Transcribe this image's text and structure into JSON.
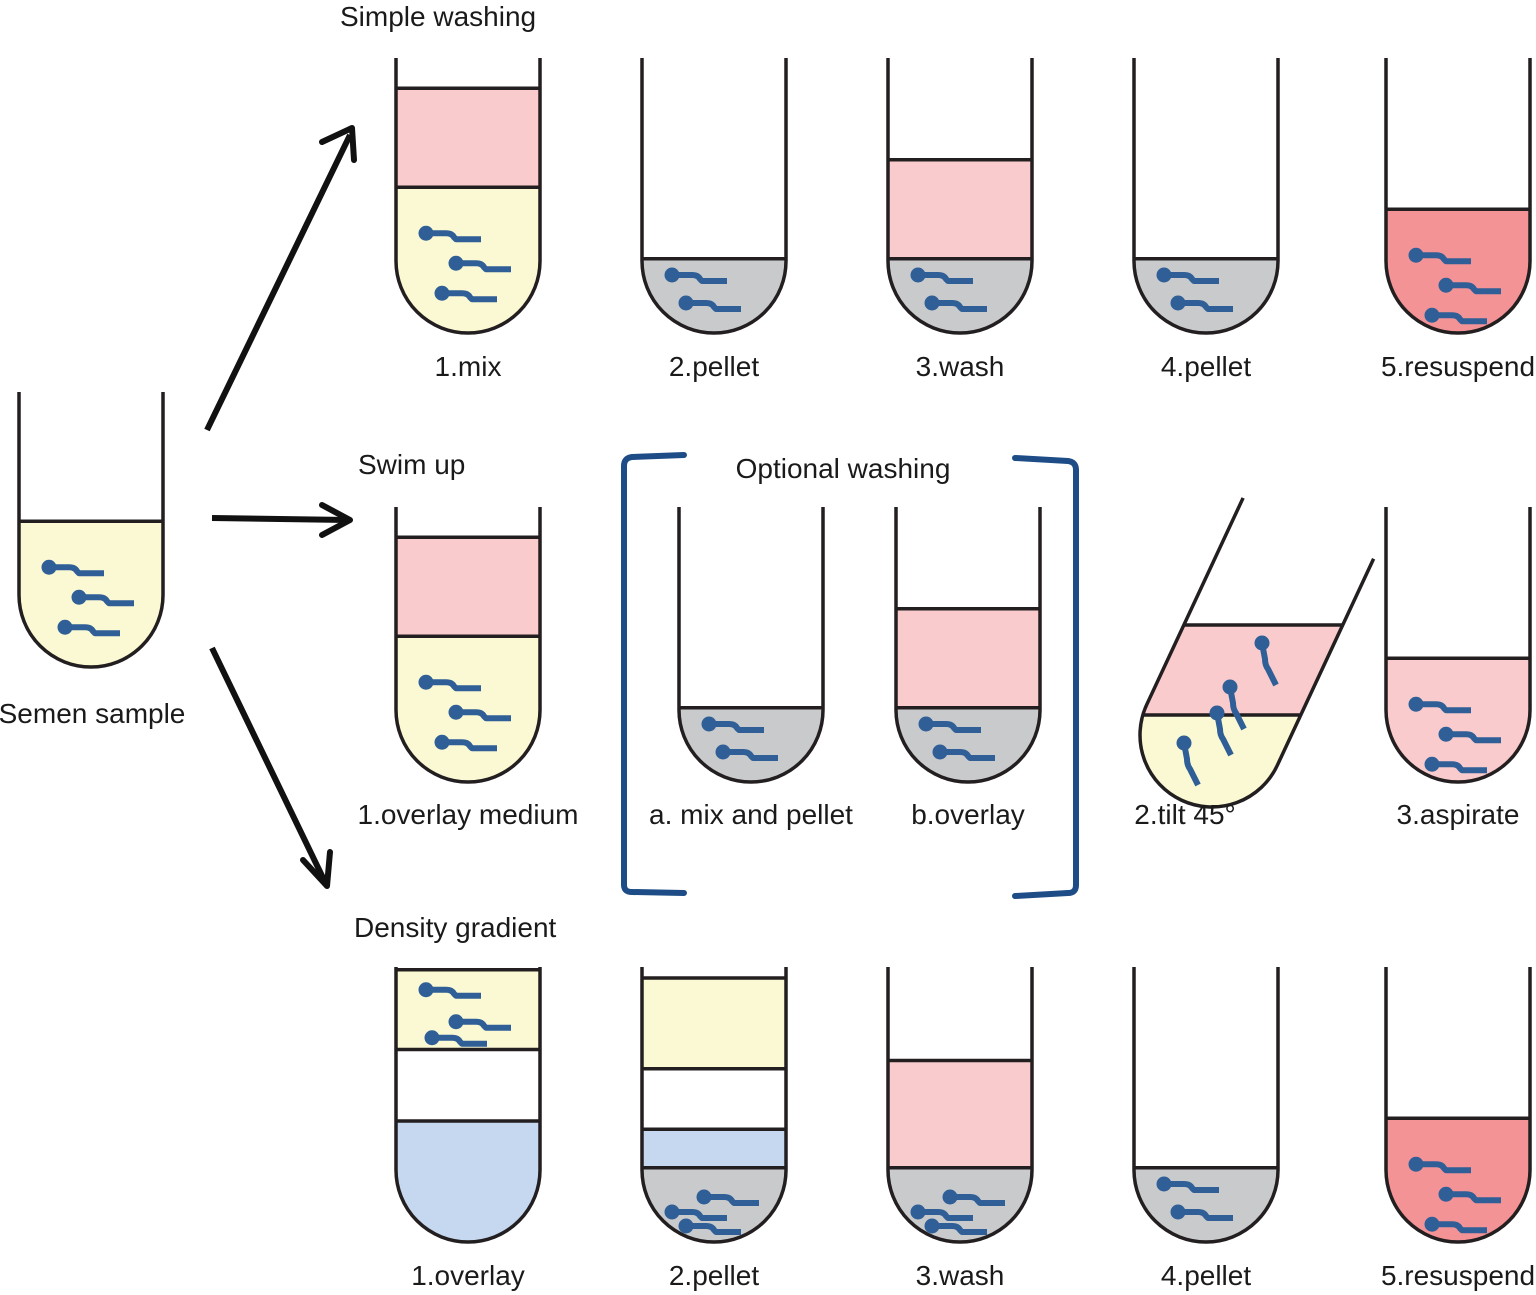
{
  "colors": {
    "semen": "#fbf9d3",
    "medium": "#f9cbcc",
    "pellet": "#c9cacc",
    "resuspended": "#f49396",
    "gradient_lower": "#c6d8f0",
    "empty": "#ffffff",
    "sperm": "#2f5f96",
    "bracket": "#1d4c86"
  },
  "source": {
    "label": "Semen sample",
    "layers": [
      {
        "type": "semen",
        "from": 0.0,
        "to": 0.53
      }
    ],
    "sperm": 3
  },
  "rows": [
    {
      "title": "Simple washing",
      "steps": [
        {
          "label": "1.mix",
          "layers": [
            {
              "type": "semen",
              "from": 0.0,
              "to": 0.53
            },
            {
              "type": "medium",
              "from": 0.53,
              "to": 0.89
            }
          ],
          "sperm": 3
        },
        {
          "label": "2.pellet",
          "layers": [
            {
              "type": "pellet",
              "from": 0.0,
              "to": 0.27
            }
          ],
          "sperm": 2
        },
        {
          "label": "3.wash",
          "layers": [
            {
              "type": "pellet",
              "from": 0.0,
              "to": 0.27
            },
            {
              "type": "medium",
              "from": 0.27,
              "to": 0.63
            }
          ],
          "sperm": 2
        },
        {
          "label": "4.pellet",
          "layers": [
            {
              "type": "pellet",
              "from": 0.0,
              "to": 0.27
            }
          ],
          "sperm": 2
        },
        {
          "label": "5.resuspend",
          "layers": [
            {
              "type": "resuspended",
              "from": 0.0,
              "to": 0.45
            }
          ],
          "sperm": 3
        }
      ]
    },
    {
      "title": "Swim up",
      "optional_group": {
        "title": "Optional washing",
        "steps": [
          1,
          2
        ]
      },
      "steps": [
        {
          "label": "1.overlay medium",
          "layers": [
            {
              "type": "semen",
              "from": 0.0,
              "to": 0.53
            },
            {
              "type": "medium",
              "from": 0.53,
              "to": 0.89
            }
          ],
          "sperm": 3
        },
        {
          "label": "a. mix and pellet",
          "layers": [
            {
              "type": "pellet",
              "from": 0.0,
              "to": 0.27
            }
          ],
          "sperm": 2
        },
        {
          "label": "b.overlay",
          "layers": [
            {
              "type": "pellet",
              "from": 0.0,
              "to": 0.27
            },
            {
              "type": "medium",
              "from": 0.27,
              "to": 0.63
            }
          ],
          "sperm": 2
        },
        {
          "label": "2.tilt 45°",
          "tilted": true,
          "layers": [
            {
              "type": "semen"
            },
            {
              "type": "medium"
            }
          ],
          "sperm": 4
        },
        {
          "label": "3.aspirate",
          "layers": [
            {
              "type": "medium",
              "from": 0.0,
              "to": 0.45
            }
          ],
          "sperm": 3
        }
      ]
    },
    {
      "title": "Density gradient",
      "steps": [
        {
          "label": "1.overlay",
          "layers": [
            {
              "type": "gradient_lower",
              "from": 0.0,
              "to": 0.44
            },
            {
              "type": "empty",
              "from": 0.44,
              "to": 0.7
            },
            {
              "type": "semen",
              "from": 0.7,
              "to": 0.99
            }
          ],
          "sperm": 3
        },
        {
          "label": "2.pellet",
          "layers": [
            {
              "type": "pellet",
              "from": 0.0,
              "to": 0.27
            },
            {
              "type": "gradient_lower",
              "from": 0.27,
              "to": 0.41
            },
            {
              "type": "empty",
              "from": 0.41,
              "to": 0.63
            },
            {
              "type": "semen",
              "from": 0.63,
              "to": 0.96
            }
          ],
          "sperm": 3
        },
        {
          "label": "3.wash",
          "layers": [
            {
              "type": "pellet",
              "from": 0.0,
              "to": 0.27
            },
            {
              "type": "medium",
              "from": 0.27,
              "to": 0.66
            }
          ],
          "sperm": 3
        },
        {
          "label": "4.pellet",
          "layers": [
            {
              "type": "pellet",
              "from": 0.0,
              "to": 0.27
            }
          ],
          "sperm": 2
        },
        {
          "label": "5.resuspend",
          "layers": [
            {
              "type": "resuspended",
              "from": 0.0,
              "to": 0.45
            }
          ],
          "sperm": 3
        }
      ]
    }
  ]
}
